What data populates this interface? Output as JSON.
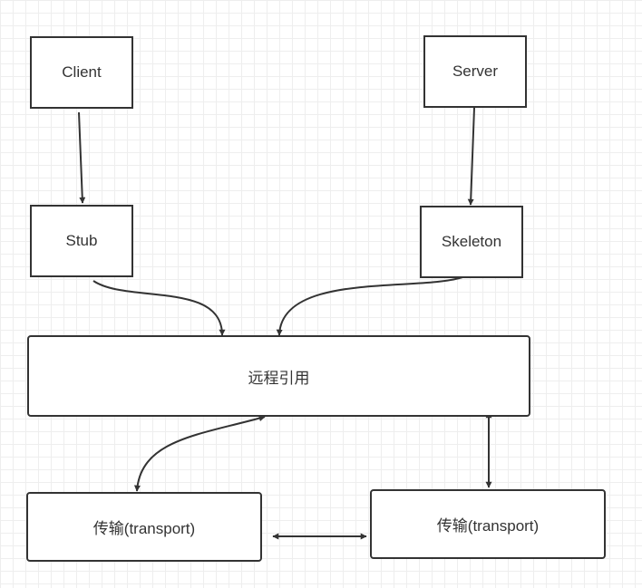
{
  "nodes": {
    "client": "Client",
    "server": "Server",
    "stub": "Stub",
    "skeleton": "Skeleton",
    "remote_ref": "远程引用",
    "transport_left": "传输(transport)",
    "transport_right": "传输(transport)"
  },
  "colors": {
    "stroke": "#333333",
    "grid": "#eeeeee",
    "background": "#ffffff"
  }
}
